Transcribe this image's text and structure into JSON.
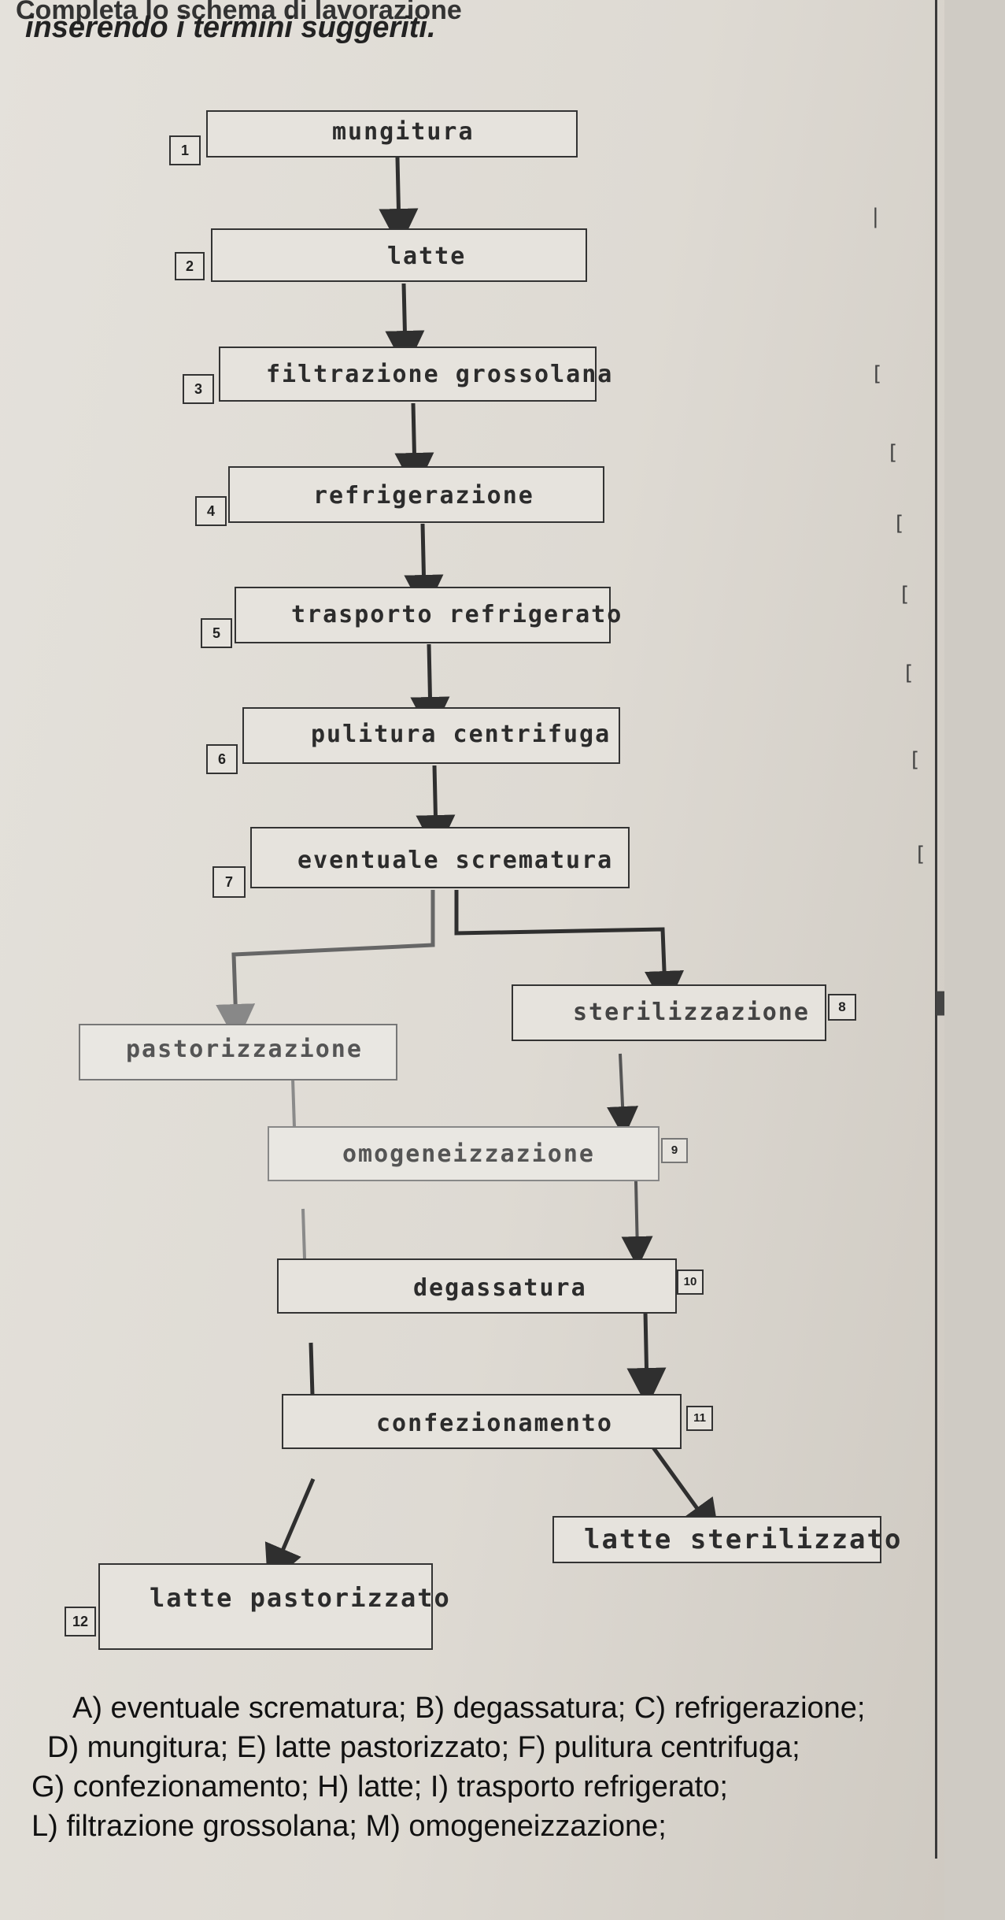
{
  "header": {
    "line1": "Completa lo schema di lavorazione",
    "line2": "inserendo i termini suggeriti."
  },
  "flow": {
    "box1": "mungitura",
    "box2": "latte",
    "box3": "filtrazione grossolana",
    "box4": "refrigerazione",
    "box5": "trasporto refrigerato",
    "box6": "pulitura centrifuga",
    "box7": "eventuale scrematura",
    "pasto": "pastorizzazione",
    "box8": "sterilizzazione",
    "box9": "omogeneizzazione",
    "box10": "degassatura",
    "box11": "confezionamento",
    "box12": "latte pastorizzato",
    "final": "latte sterilizzato"
  },
  "numbers": {
    "n1": "1",
    "n2": "2",
    "n3": "3",
    "n4": "4",
    "n5": "5",
    "n6": "6",
    "n7": "7",
    "n8": "8",
    "n9": "9",
    "n10": "10",
    "n11": "11",
    "n12": "12"
  },
  "legend": {
    "line1": "A) eventuale scrematura; B) degassatura; C) refrigerazione;",
    "line2": "D) mungitura; E) latte pastorizzato; F) pulitura centrifuga;",
    "line3": "G) confezionamento; H) latte; I) trasporto refrigerato;",
    "line4": "L) filtrazione grossolana; M) omogeneizzazione;"
  }
}
